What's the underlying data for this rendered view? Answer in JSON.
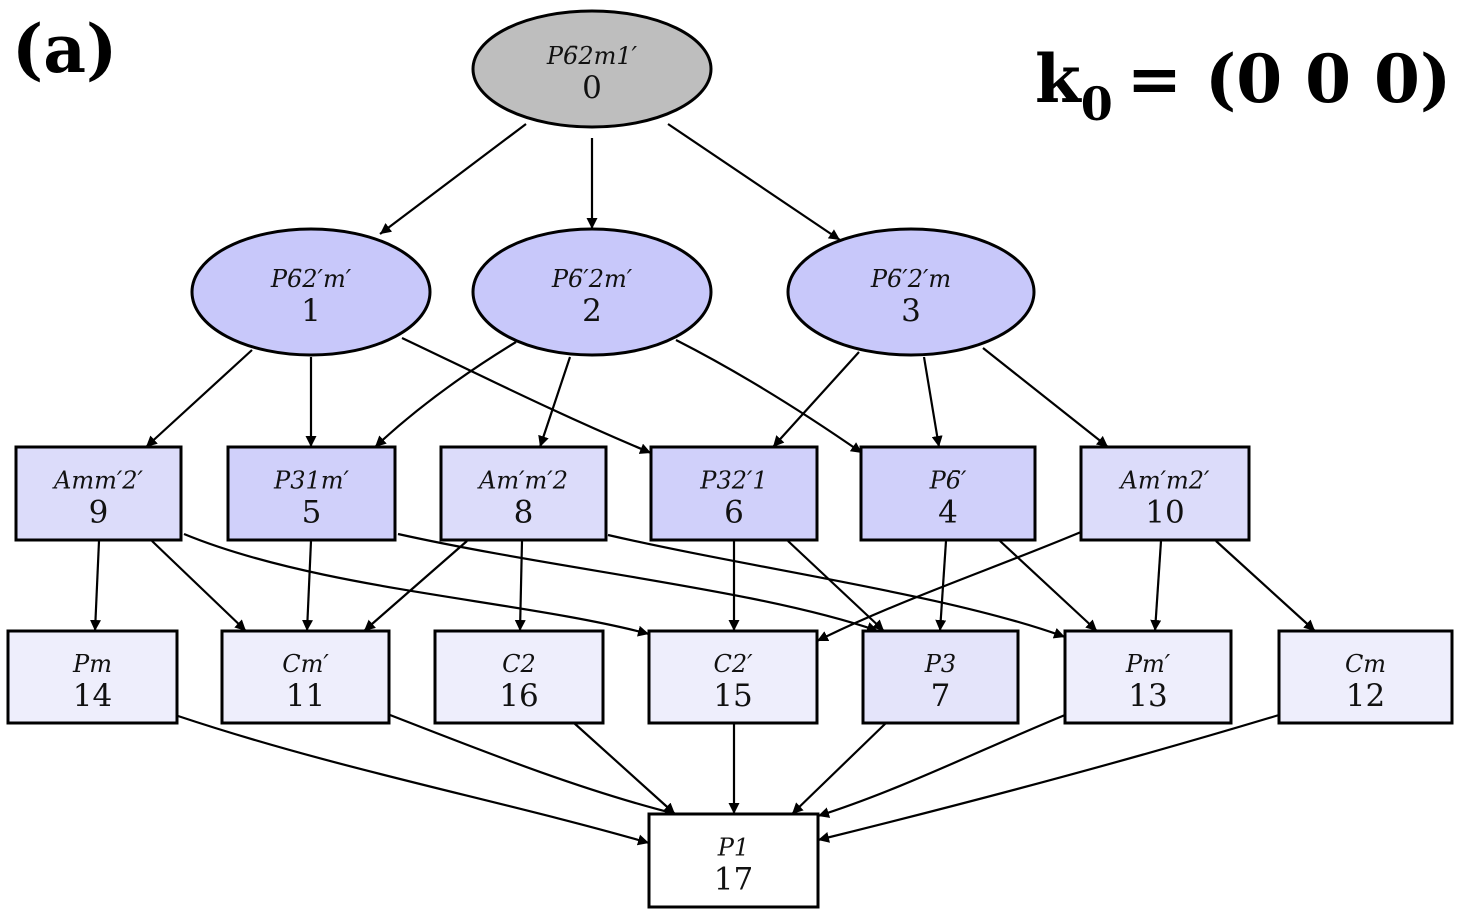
{
  "panel_label": "(a)",
  "k_vector": {
    "symbol": "k",
    "subscript": "0",
    "value": "= (0 0 0)"
  },
  "colors": {
    "root": "#bebebe",
    "maximal": "#c8c8fa",
    "level2_dark": "#d0d0fa",
    "level2_light": "#dcdcfa",
    "level3": "#eeeefc",
    "level3_p3": "#e4e4fa",
    "bottom": "#ffffff"
  },
  "nodes": {
    "n0": {
      "symbol": "P6̄2m1′",
      "index": "0"
    },
    "n1": {
      "symbol": "P6̄2′m′",
      "index": "1"
    },
    "n2": {
      "symbol": "P6̄′2m′",
      "index": "2"
    },
    "n3": {
      "symbol": "P6̄′2′m",
      "index": "3"
    },
    "n9": {
      "symbol": "Amm′2′",
      "index": "9"
    },
    "n5": {
      "symbol": "P31m′",
      "index": "5"
    },
    "n8": {
      "symbol": "Am′m′2",
      "index": "8"
    },
    "n6": {
      "symbol": "P32′1",
      "index": "6"
    },
    "n4": {
      "symbol": "P6̄′",
      "index": "4"
    },
    "n10": {
      "symbol": "Am′m2′",
      "index": "10"
    },
    "n14": {
      "symbol": "Pm",
      "index": "14"
    },
    "n11": {
      "symbol": "Cm′",
      "index": "11"
    },
    "n16": {
      "symbol": "C2",
      "index": "16"
    },
    "n15": {
      "symbol": "C2′",
      "index": "15"
    },
    "n7": {
      "symbol": "P3",
      "index": "7"
    },
    "n13": {
      "symbol": "Pm′",
      "index": "13"
    },
    "n12": {
      "symbol": "Cm",
      "index": "12"
    },
    "n17": {
      "symbol": "P1",
      "index": "17"
    }
  },
  "edges": [
    [
      "n0",
      "n1"
    ],
    [
      "n0",
      "n2"
    ],
    [
      "n0",
      "n3"
    ],
    [
      "n1",
      "n9"
    ],
    [
      "n1",
      "n5"
    ],
    [
      "n1",
      "n6"
    ],
    [
      "n2",
      "n5"
    ],
    [
      "n2",
      "n8"
    ],
    [
      "n2",
      "n4"
    ],
    [
      "n3",
      "n6"
    ],
    [
      "n3",
      "n4"
    ],
    [
      "n3",
      "n10"
    ],
    [
      "n9",
      "n14"
    ],
    [
      "n9",
      "n11"
    ],
    [
      "n9",
      "n15"
    ],
    [
      "n5",
      "n11"
    ],
    [
      "n5",
      "n7"
    ],
    [
      "n8",
      "n11"
    ],
    [
      "n8",
      "n16"
    ],
    [
      "n8",
      "n13"
    ],
    [
      "n6",
      "n15"
    ],
    [
      "n6",
      "n7"
    ],
    [
      "n4",
      "n7"
    ],
    [
      "n4",
      "n13"
    ],
    [
      "n10",
      "n15"
    ],
    [
      "n10",
      "n13"
    ],
    [
      "n10",
      "n12"
    ],
    [
      "n14",
      "n17"
    ],
    [
      "n11",
      "n17"
    ],
    [
      "n16",
      "n17"
    ],
    [
      "n15",
      "n17"
    ],
    [
      "n7",
      "n17"
    ],
    [
      "n13",
      "n17"
    ],
    [
      "n12",
      "n17"
    ]
  ]
}
